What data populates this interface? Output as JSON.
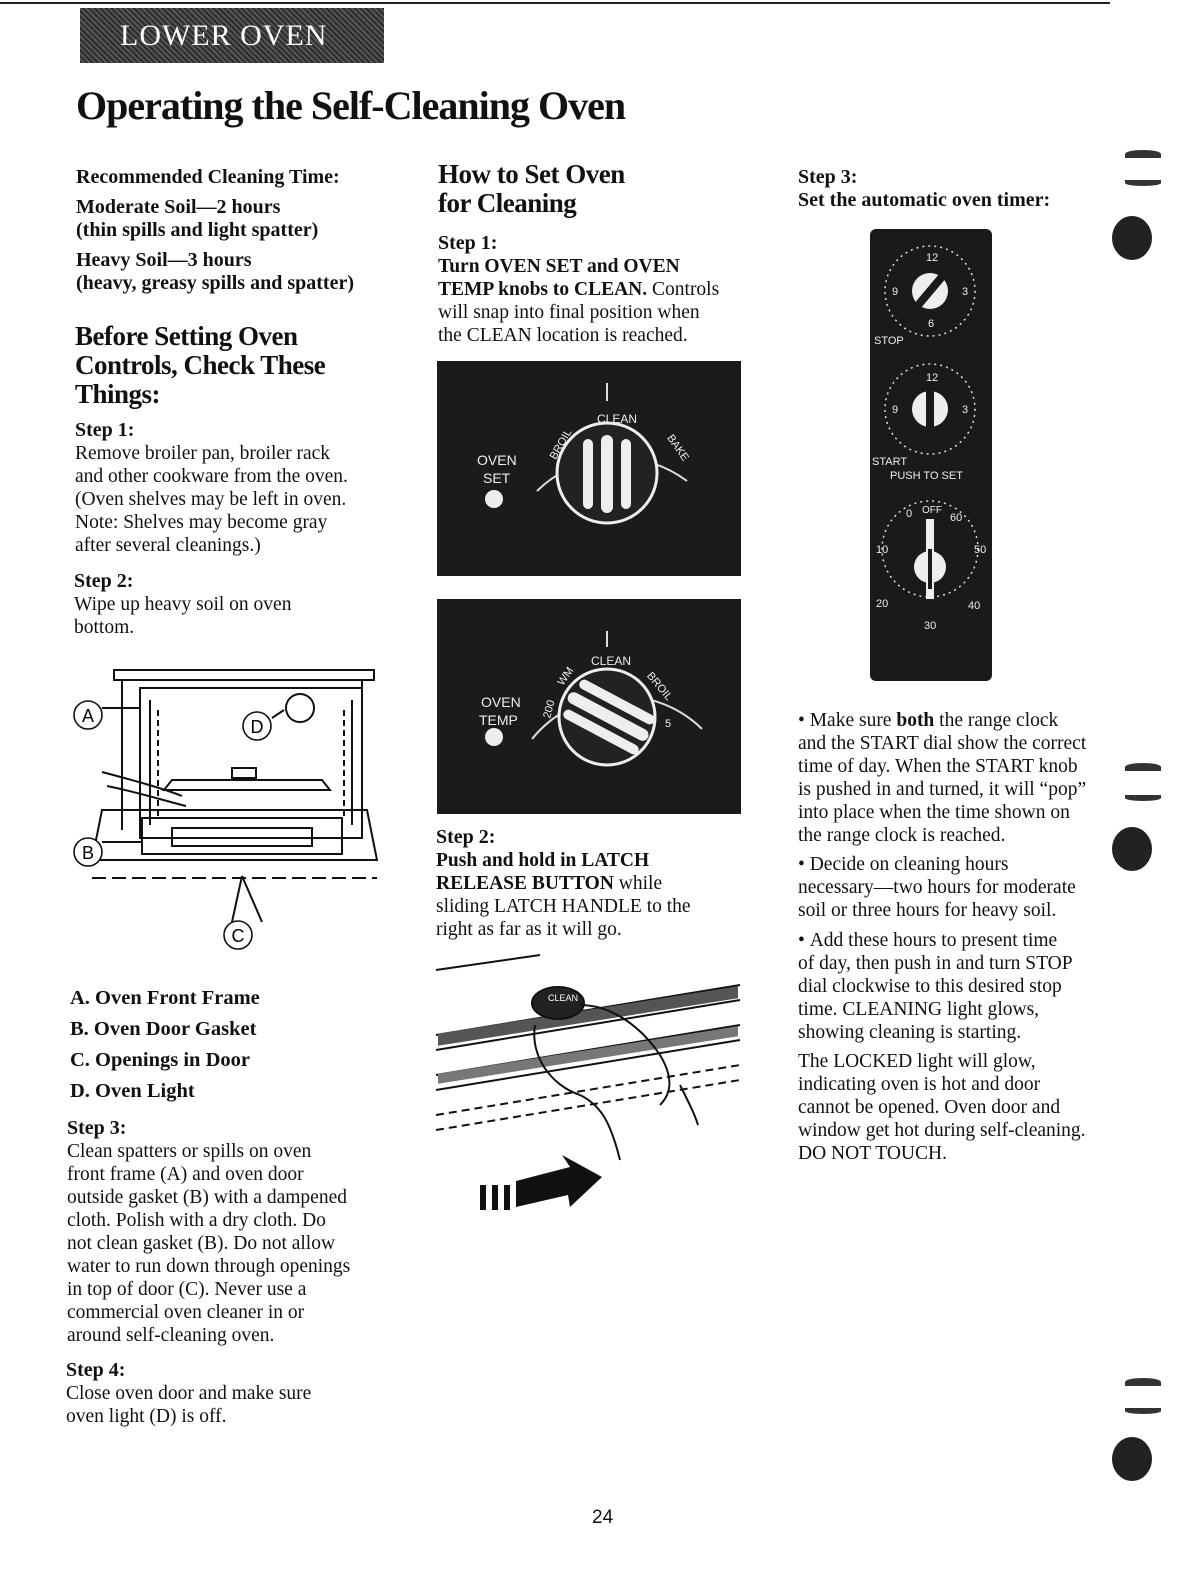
{
  "banner": {
    "section": "LOWER OVEN"
  },
  "title": "Operating the Self-Cleaning Oven",
  "left": {
    "time_heading": "Recommended Cleaning Time:",
    "moderate": "Moderate Soil—2 hours",
    "moderate_note": "(thin spills and light spatter)",
    "heavy": "Heavy Soil—3 hours",
    "heavy_note": "(heavy, greasy spills and spatter)",
    "before_heading_1": "Before Setting Oven",
    "before_heading_2": "Controls, Check These",
    "before_heading_3": "Things:",
    "step1_label": "Step 1:",
    "step1_text": [
      "Remove broiler pan, broiler rack",
      "and other cookware from the oven.",
      "(Oven shelves may be left in oven.",
      "Note: Shelves may become gray",
      "after several cleanings.)"
    ],
    "step2_label": "Step 2:",
    "step2_text": [
      "Wipe up heavy soil on oven",
      "bottom."
    ],
    "diagram_labels": {
      "a": "A",
      "b": "B",
      "c": "C",
      "d": "D"
    },
    "legend": [
      "A. Oven Front Frame",
      "B. Oven Door Gasket",
      "C. Openings in Door",
      "D. Oven Light"
    ],
    "step3_label": "Step 3:",
    "step3_text": [
      "Clean spatters or spills on oven",
      "front frame (A) and oven door",
      "outside gasket (B) with a dampened",
      "cloth. Polish with a dry cloth. Do",
      "not clean gasket (B). Do not allow",
      "water to run down through openings",
      "in top of door (C). Never use a",
      "commercial oven cleaner in or",
      "around self-cleaning oven."
    ],
    "step4_label": "Step 4:",
    "step4_text": [
      "Close oven door and make sure",
      "oven light (D) is off."
    ]
  },
  "middle": {
    "heading_1": "How to Set Oven",
    "heading_2": "for Cleaning",
    "step1_label": "Step 1:",
    "step1_bold_1": "Turn OVEN SET and OVEN",
    "step1_bold_2": "TEMP knobs to CLEAN.",
    "step1_rest_1": " Controls",
    "step1_rest_2": "will snap into final position when",
    "step1_rest_3": "the CLEAN location is reached.",
    "knob1": {
      "label_1": "OVEN",
      "label_2": "SET",
      "clean": "CLEAN",
      "broil": "BROIL",
      "bake": "BAKE"
    },
    "knob2": {
      "label_1": "OVEN",
      "label_2": "TEMP",
      "clean": "CLEAN",
      "broil": "BROIL",
      "warm": "WM",
      "t200": "200",
      "t5": "5"
    },
    "step2_label": "Step 2:",
    "step2_bold_1": "Push and hold in LATCH",
    "step2_bold_2": "RELEASE BUTTON",
    "step2_rest_1": " while",
    "step2_rest_2": "sliding LATCH HANDLE to the",
    "step2_rest_3": "right as far as it will go."
  },
  "right": {
    "step3_label": "Step 3:",
    "step3_bold": "Set the automatic oven timer:",
    "timer": {
      "stop": "STOP",
      "start": "START",
      "push": "PUSH TO SET",
      "off": "OFF",
      "n12": "12",
      "n9": "9",
      "n3": "3",
      "n6": "6",
      "n0": "0",
      "n10": "10",
      "n20": "20",
      "n30": "30",
      "n40": "40",
      "n50": "50",
      "n60": "60"
    },
    "b1_pre": "Make sure ",
    "b1_bold": "both",
    "b1_post": " the range clock",
    "b1_lines": [
      "and the START dial show the correct",
      "time of day. When the START knob",
      "is pushed in and turned, it will “pop”",
      "into place when the time shown on",
      "the range clock is reached."
    ],
    "b2_lines": [
      "Decide on cleaning hours",
      "necessary—two hours for moderate",
      "soil or three hours for heavy soil."
    ],
    "b3_lines": [
      "Add these hours to present time",
      "of day, then push in and turn STOP",
      "dial clockwise to this desired stop",
      "time. CLEANING light glows,",
      "showing cleaning is starting."
    ],
    "locked_lines": [
      "The LOCKED light will glow,",
      "indicating oven is hot and door",
      "cannot be opened. Oven door and",
      "window get hot during self-cleaning.",
      "DO NOT TOUCH."
    ]
  },
  "page_number": "24"
}
